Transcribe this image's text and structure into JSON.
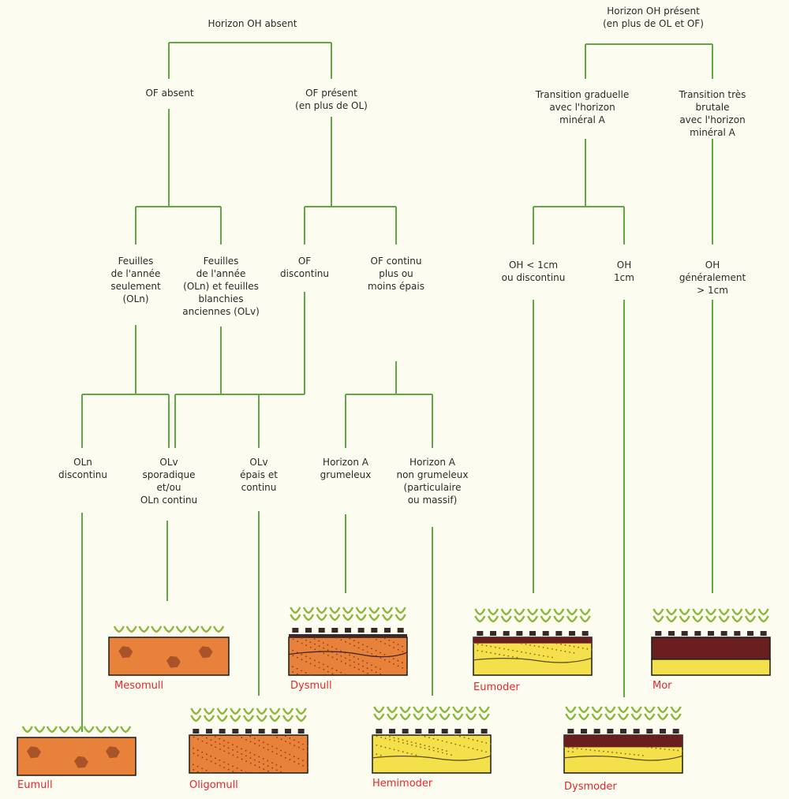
{
  "nodes": {
    "oh_absent": "Horizon OH absent",
    "oh_present": "Horizon OH présent\n(en plus de OL et OF)",
    "of_absent": "OF absent",
    "of_present": "OF présent\n(en plus de OL)",
    "trans_grad": "Transition graduelle\navec l'horizon\nminéral A",
    "trans_brut": "Transition très brutale\navec l'horizon\nminéral A",
    "feuilles_annee": "Feuilles\nde l'année\nseulement\n(OLn)",
    "feuilles_anciennes": "Feuilles\nde l'année\n(OLn) et feuilles\nblanchies\nanciennes (OLv)",
    "of_discontinu": "OF\ndiscontinu",
    "of_continu": "OF continu\nplus ou\nmoins épais",
    "oh_lt1": "OH < 1cm\nou discontinu",
    "oh_1cm": "OH\n1cm",
    "oh_gt1": "OH généralement\n> 1cm",
    "oln_discontinu": "OLn\ndiscontinu",
    "olv_sporadique": "OLv\nsporadique\net/ou\nOLn continu",
    "olv_epais": "OLv\népais et\ncontinu",
    "a_grumeleux": "Horizon A\ngrumeleux",
    "a_non_grumeleux": "Horizon A\nnon grumeleux\n(particulaire\nou massif)"
  },
  "profiles": {
    "eumull": "Eumull",
    "mesomull": "Mesomull",
    "oligomull": "Oligomull",
    "dysmull": "Dysmull",
    "hemimoder": "Hemimoder",
    "eumoder": "Eumoder",
    "dysmoder": "Dysmoder",
    "mor": "Mor"
  },
  "colors": {
    "line": "#5fa843",
    "label": "#e8262c",
    "soil_mull": "#e8823a",
    "soil_yellow": "#f4e04a",
    "humus_dark": "#6a1f1f",
    "litter": "#8ab83a",
    "frame": "#1a1a1a"
  }
}
